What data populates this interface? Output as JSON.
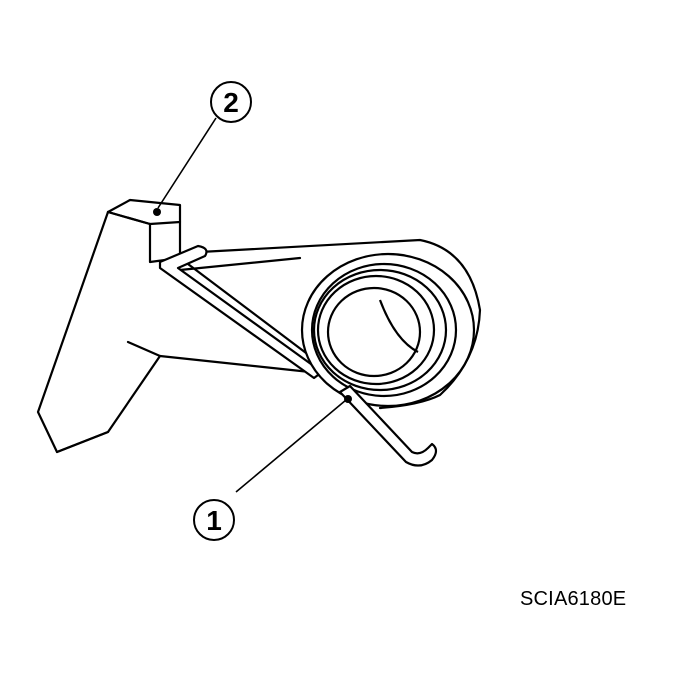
{
  "callouts": [
    {
      "label": "1",
      "target": "return-spring"
    },
    {
      "label": "2",
      "target": "lever"
    }
  ],
  "figure_code": "SCIA6180E",
  "colors": {
    "line": "#000000",
    "background": "#ffffff"
  }
}
